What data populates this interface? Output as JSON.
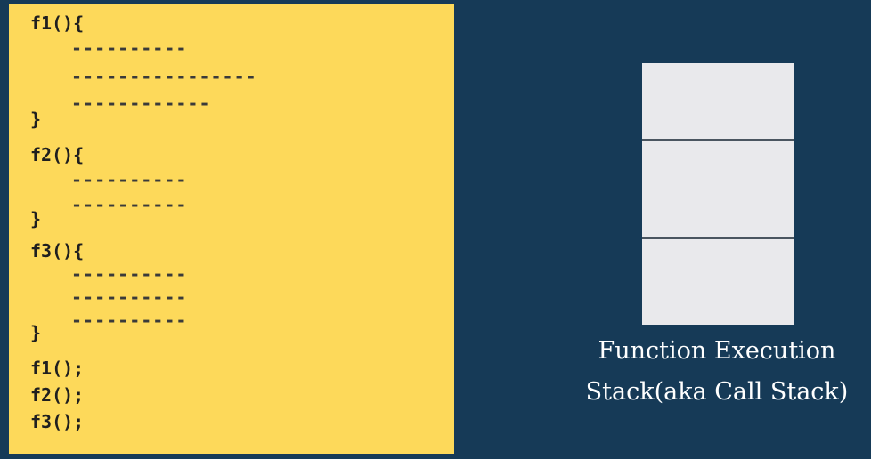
{
  "code": {
    "lines": [
      "f1(){",
      "----------",
      "----------------",
      "------------",
      "}",
      "f2(){",
      "----------",
      "----------",
      "}",
      "f3(){",
      "----------",
      "----------",
      "----------",
      "}",
      "f1();",
      "f2();",
      "f3();"
    ]
  },
  "caption": {
    "line1": "Function Execution",
    "line2": "Stack(aka Call Stack)"
  },
  "colors": {
    "background": "#163a57",
    "code_panel": "#fdd95a",
    "stack_fill": "#e9e9ec"
  }
}
